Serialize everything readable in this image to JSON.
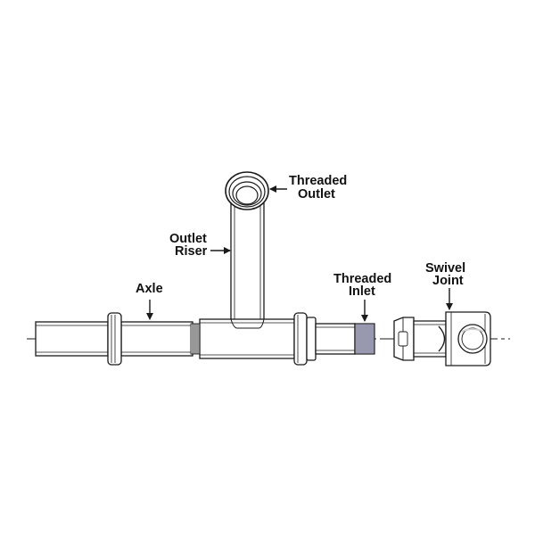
{
  "labels": {
    "threaded_outlet": [
      "Threaded",
      "Outlet"
    ],
    "outlet_riser": [
      "Outlet",
      "Riser"
    ],
    "axle": [
      "Axle"
    ],
    "threaded_inlet": [
      "Threaded",
      "Inlet"
    ],
    "swivel_joint": [
      "Swivel",
      "Joint"
    ]
  },
  "colors": {
    "line": "#1a1a1a",
    "fill": "#ffffff",
    "thread": "#8c8ca8",
    "shade": "#d9d9d9"
  }
}
